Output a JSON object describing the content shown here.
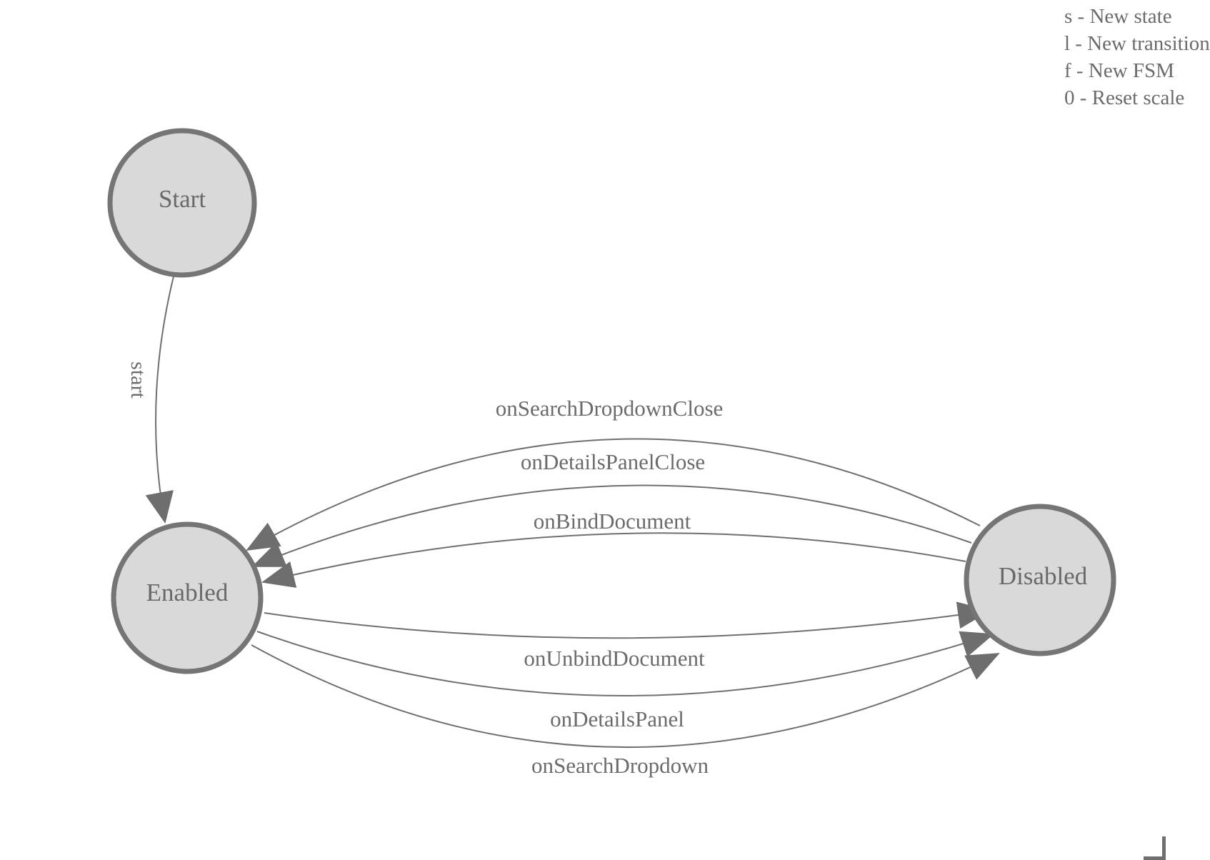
{
  "legend": {
    "items": [
      "s - New state",
      "l - New transition",
      "f - New FSM",
      "0 - Reset scale"
    ]
  },
  "states": [
    {
      "id": "start",
      "label": "Start"
    },
    {
      "id": "enabled",
      "label": "Enabled"
    },
    {
      "id": "disabled",
      "label": "Disabled"
    }
  ],
  "transitions": [
    {
      "label": "start",
      "from": "Start",
      "to": "Enabled"
    },
    {
      "label": "onSearchDropdownClose",
      "from": "Disabled",
      "to": "Enabled"
    },
    {
      "label": "onDetailsPanelClose",
      "from": "Disabled",
      "to": "Enabled"
    },
    {
      "label": "onBindDocument",
      "from": "Disabled",
      "to": "Enabled"
    },
    {
      "label": "onUnbindDocument",
      "from": "Enabled",
      "to": "Disabled"
    },
    {
      "label": "onDetailsPanel",
      "from": "Enabled",
      "to": "Disabled"
    },
    {
      "label": "onSearchDropdown",
      "from": "Enabled",
      "to": "Disabled"
    }
  ],
  "colors": {
    "state_fill": "#d9d9d9",
    "state_stroke": "#757575",
    "edge_line": "#707070",
    "arrowhead": "#6e6e6e",
    "text": "#696969"
  }
}
